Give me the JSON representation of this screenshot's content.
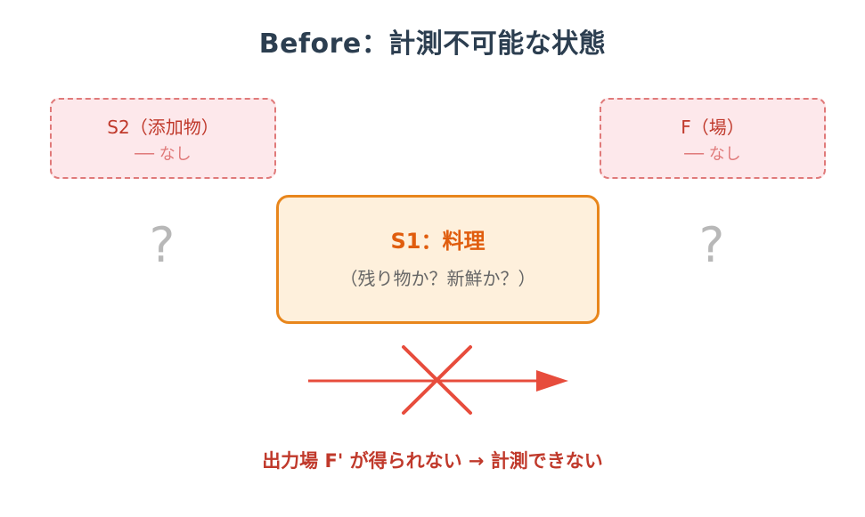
{
  "title": "Before：計測不可能な状態",
  "nodes": {
    "s2": {
      "label": "S2（添加物）",
      "sub": "── なし"
    },
    "f": {
      "label": "F（場）",
      "sub": "── なし"
    },
    "s1": {
      "label": "S1：料理",
      "sub": "（残り物か？新鮮か？）"
    }
  },
  "unknown_marks": {
    "left": "?",
    "right": "?"
  },
  "conclusion": "出力場 F' が得られない → 計測できない",
  "colors": {
    "title": "#2c3e50",
    "missing_border": "#e07a7a",
    "missing_fill": "#fde8eb",
    "missing_text": "#c0392b",
    "s1_border": "#e8861c",
    "s1_fill": "#fef0dc",
    "s1_title": "#e05d0e",
    "arrow": "#e74c3c",
    "question": "#b8b8b8"
  }
}
